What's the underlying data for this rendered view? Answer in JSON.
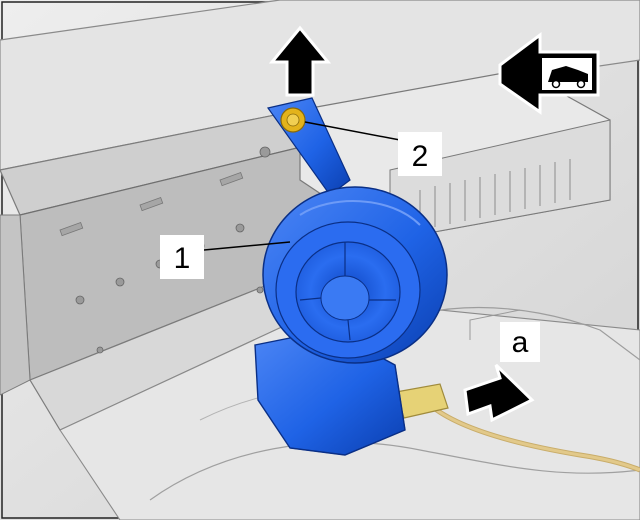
{
  "figure": {
    "callouts": [
      {
        "id": "1",
        "text": "1"
      },
      {
        "id": "2",
        "text": "2"
      }
    ],
    "annotation_a": "a",
    "icons": [
      "arrow-up-icon",
      "direction-of-travel-car-icon",
      "arrow-right-icon"
    ],
    "colors": {
      "component_blue": "#1f63e6",
      "component_blue_dark": "#0b3fb0",
      "bolt_yellow": "#e3b31c",
      "connector_yellow": "#e6d276",
      "wire_tan": "#e2c98a",
      "background_grey": "#d9d9d9"
    }
  }
}
